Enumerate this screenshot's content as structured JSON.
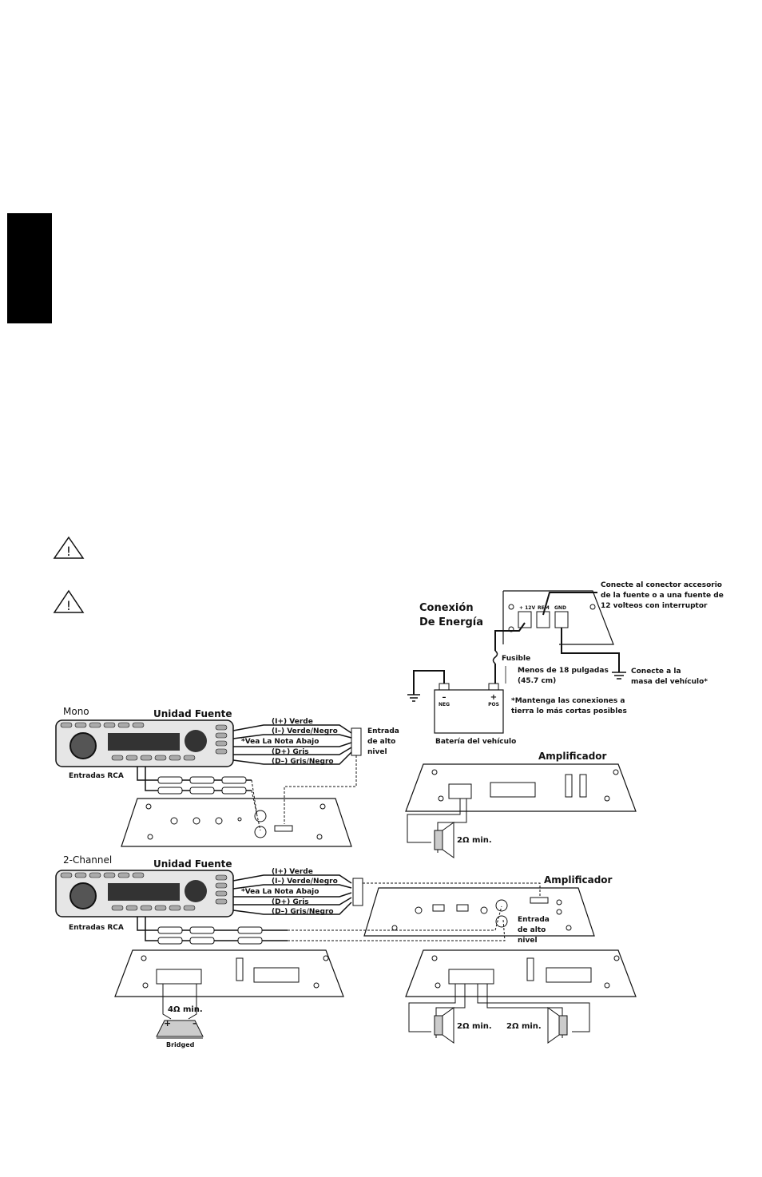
{
  "warnings": [
    "!",
    "!"
  ],
  "power": {
    "title1": "Conexión",
    "title2": "De Energía",
    "terminals": [
      "+ 12V",
      "REM",
      "GND"
    ],
    "remote_note": [
      "Conecte al conector accesorio",
      "de la fuente o a una fuente de",
      "12 volteos con interruptor"
    ],
    "fuse": "Fusible",
    "distance": [
      "Menos de 18 pulgadas",
      "(45.7 cm)"
    ],
    "ground_note": [
      "Conecte a la",
      "masa del vehículo*"
    ],
    "neg": "NEG",
    "pos": "POS",
    "battery": "Batería del vehículo",
    "keep_note": [
      "*Mantenga las conexiones a",
      "tierra lo más cortas posibles"
    ]
  },
  "mono": {
    "title": "Mono",
    "source": "Unidad Fuente",
    "wires": [
      "(I+) Verde",
      "(I–) Verde/Negro",
      "*Vea La Nota Abajo",
      "(D+) Gris",
      "(D–) Gris/Negro"
    ],
    "hl_input": [
      "Entrada",
      "de alto",
      "nivel"
    ],
    "rca": "Entradas RCA",
    "amp_label": "Amplificador",
    "impedance": "2Ω min."
  },
  "two_channel": {
    "title": "2-Channel",
    "source": "Unidad Fuente",
    "wires": [
      "(I+) Verde",
      "(I–) Verde/Negro",
      "*Vea La Nota Abajo",
      "(D+) Gris",
      "(D–) Gris/Negro"
    ],
    "rca": "Entradas RCA",
    "amp_label": "Amplificador",
    "hl_input": [
      "Entrada",
      "de alto",
      "nivel"
    ],
    "bridged_impedance": "4Ω min.",
    "bridged": "Bridged",
    "imp_left": "2Ω min.",
    "imp_right": "2Ω min."
  }
}
